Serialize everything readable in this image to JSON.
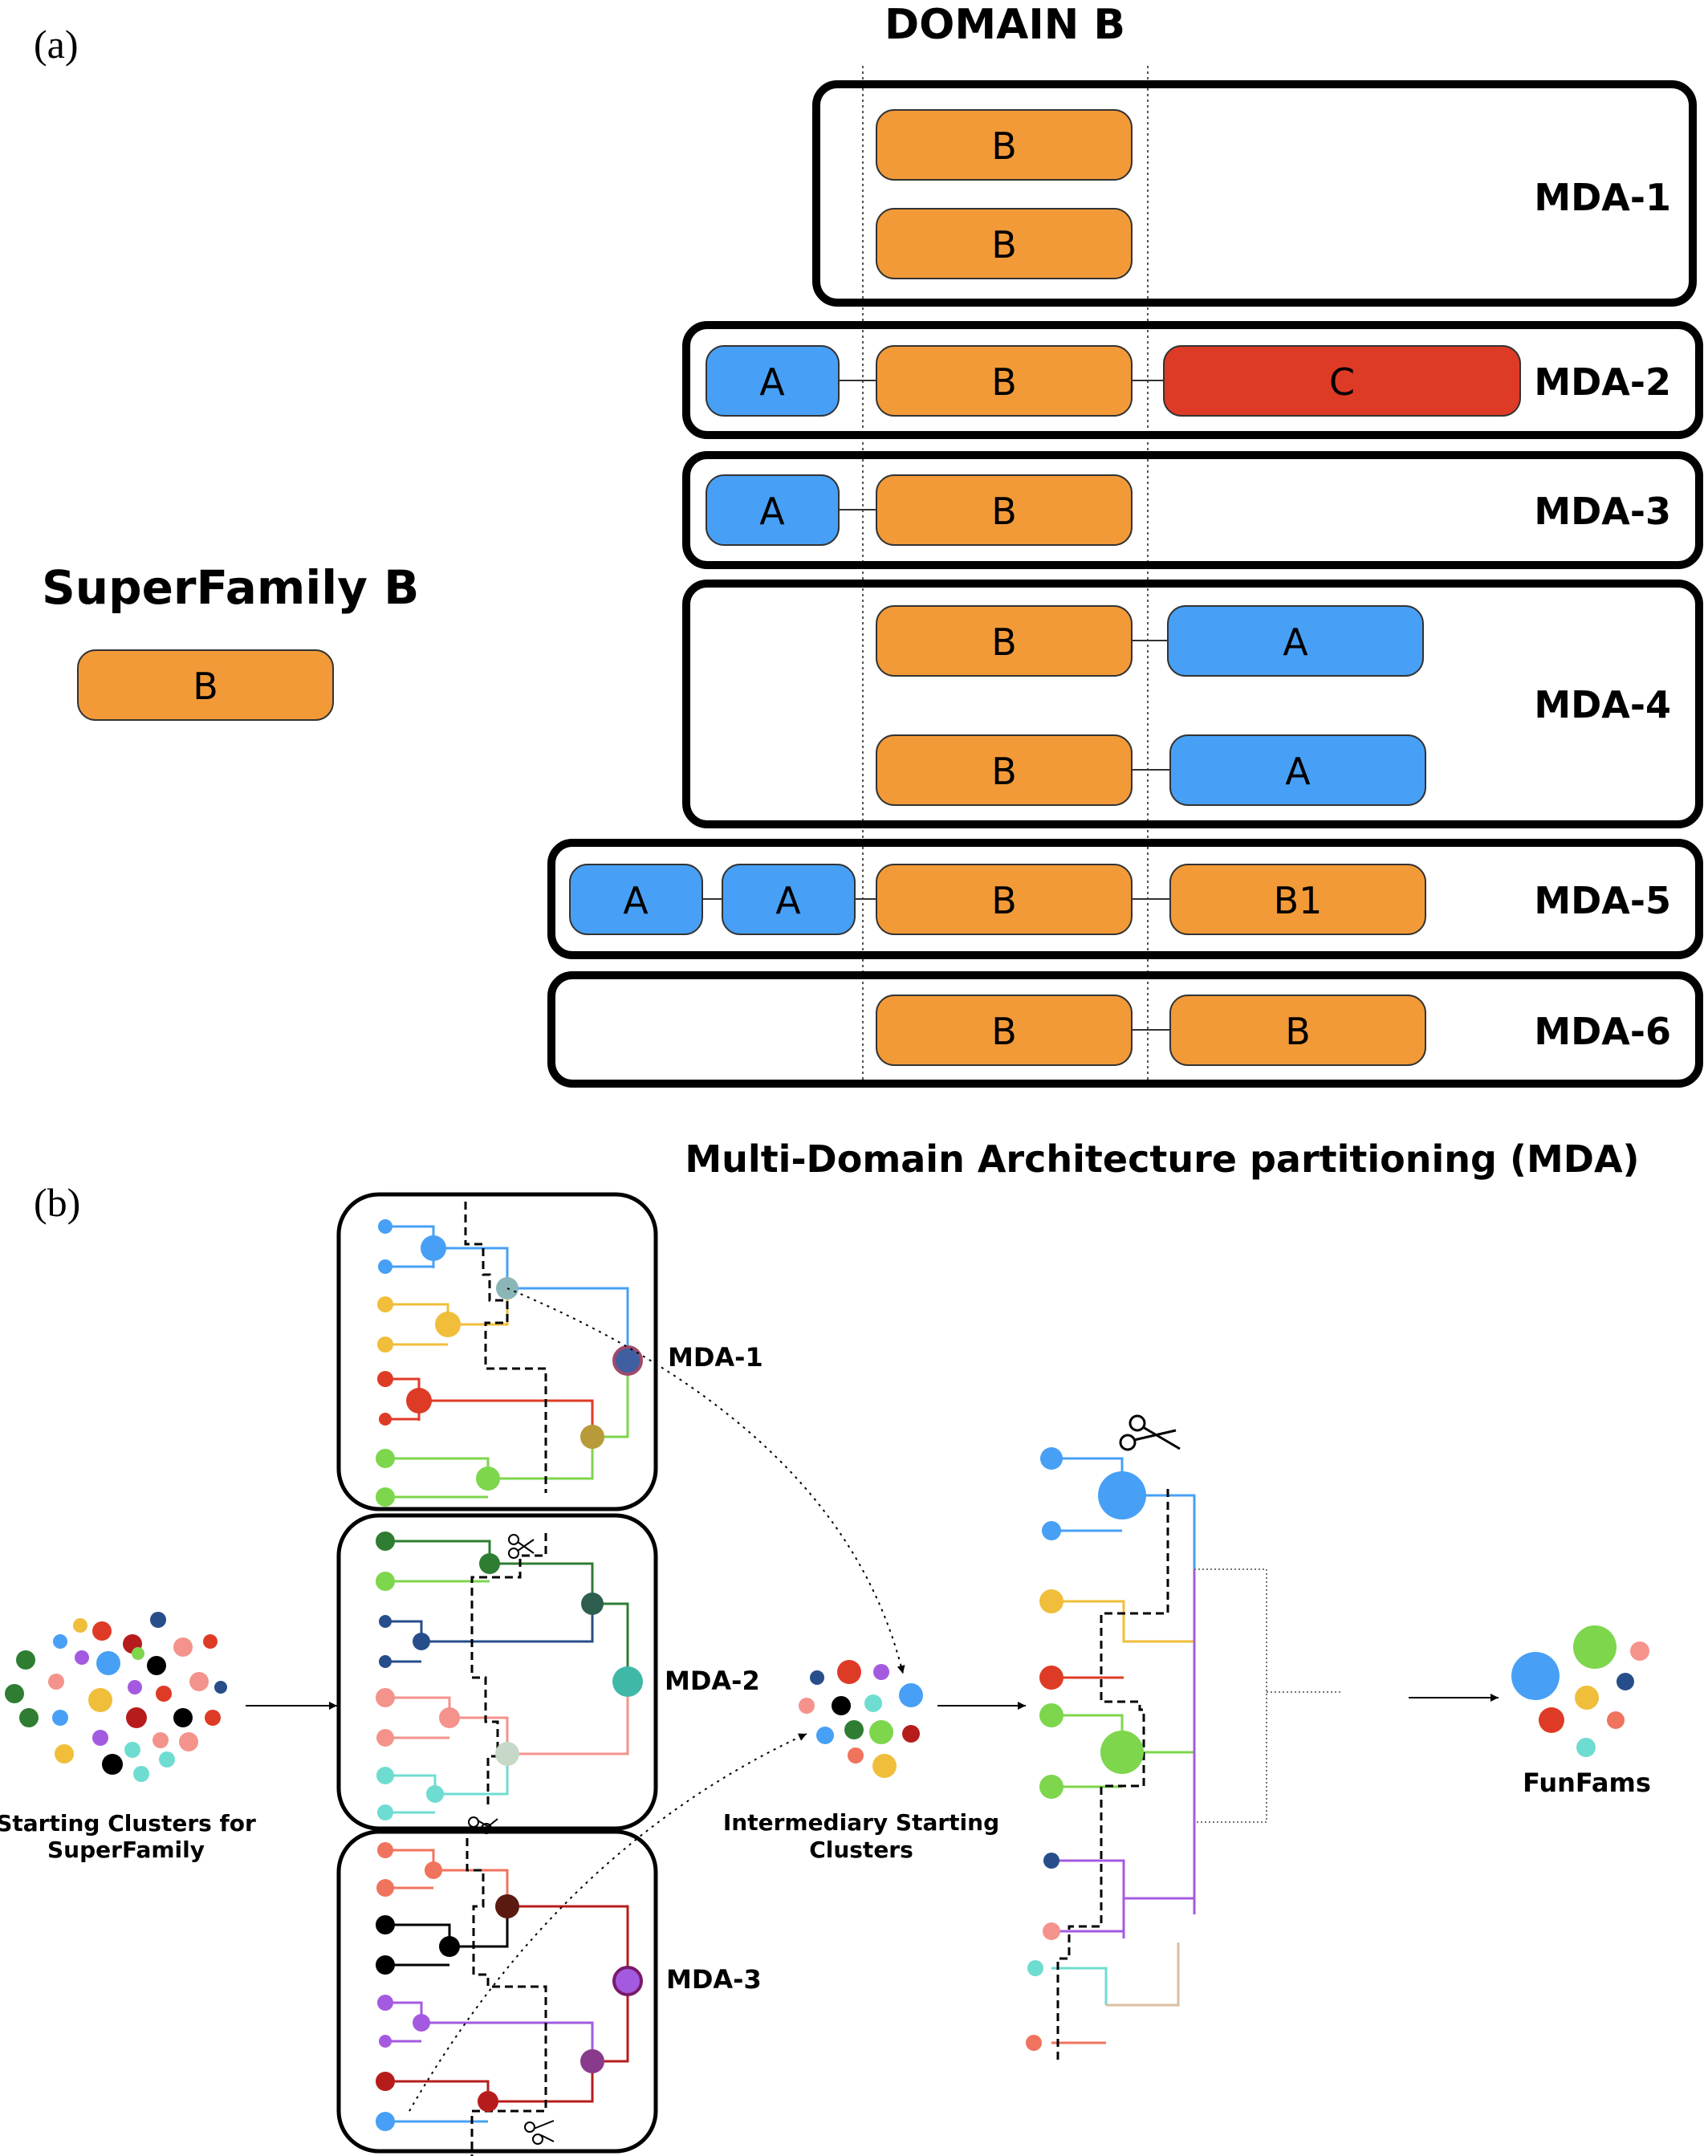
{
  "panel_a": {
    "label": "(a)",
    "domain_title": "DOMAIN B",
    "superfamily_title": "SuperFamily B",
    "superfamily_domain": "B",
    "caption": "Multi-Domain Architecture partitioning (MDA)",
    "groups": [
      {
        "name": "MDA-1",
        "rows": [
          {
            "domains": [
              {
                "label": "B",
                "color": "orange"
              }
            ]
          },
          {
            "domains": [
              {
                "label": "B",
                "color": "orange"
              }
            ]
          }
        ]
      },
      {
        "name": "MDA-2",
        "rows": [
          {
            "domains": [
              {
                "label": "A",
                "color": "blue"
              },
              {
                "label": "B",
                "color": "orange"
              },
              {
                "label": "C",
                "color": "red"
              }
            ]
          }
        ]
      },
      {
        "name": "MDA-3",
        "rows": [
          {
            "domains": [
              {
                "label": "A",
                "color": "blue"
              },
              {
                "label": "B",
                "color": "orange"
              }
            ]
          }
        ]
      },
      {
        "name": "MDA-4",
        "rows": [
          {
            "domains": [
              {
                "label": "B",
                "color": "orange"
              },
              {
                "label": "A",
                "color": "blue"
              }
            ]
          },
          {
            "domains": [
              {
                "label": "B",
                "color": "orange"
              },
              {
                "label": "A",
                "color": "blue"
              }
            ]
          }
        ]
      },
      {
        "name": "MDA-5",
        "rows": [
          {
            "domains": [
              {
                "label": "A",
                "color": "blue"
              },
              {
                "label": "A",
                "color": "blue"
              },
              {
                "label": "B",
                "color": "orange"
              },
              {
                "label": "B1",
                "color": "orange"
              }
            ]
          }
        ]
      },
      {
        "name": "MDA-6",
        "rows": [
          {
            "domains": [
              {
                "label": "B",
                "color": "orange"
              },
              {
                "label": "B",
                "color": "orange"
              }
            ]
          }
        ]
      }
    ]
  },
  "panel_b": {
    "label": "(b)",
    "starting_clusters_label": [
      "Starting Clusters for",
      "SuperFamily"
    ],
    "tree_labels": [
      "MDA-1",
      "MDA-2",
      "MDA-3"
    ],
    "intermediary_label": [
      "Intermediary Starting",
      "Clusters"
    ],
    "funfams_label": "FunFams"
  },
  "colors": {
    "orange": "#F29A38",
    "blue": "#47A0F5",
    "red": "#DE3B26",
    "outline": "#000000",
    "cluster_palette": [
      "#47A0F5",
      "#F0BE3A",
      "#DE3B26",
      "#7DD64C",
      "#2E7D32",
      "#274E8A",
      "#F4938C",
      "#6FDCD1",
      "#A45AE0",
      "#000000",
      "#B71C1C"
    ]
  }
}
